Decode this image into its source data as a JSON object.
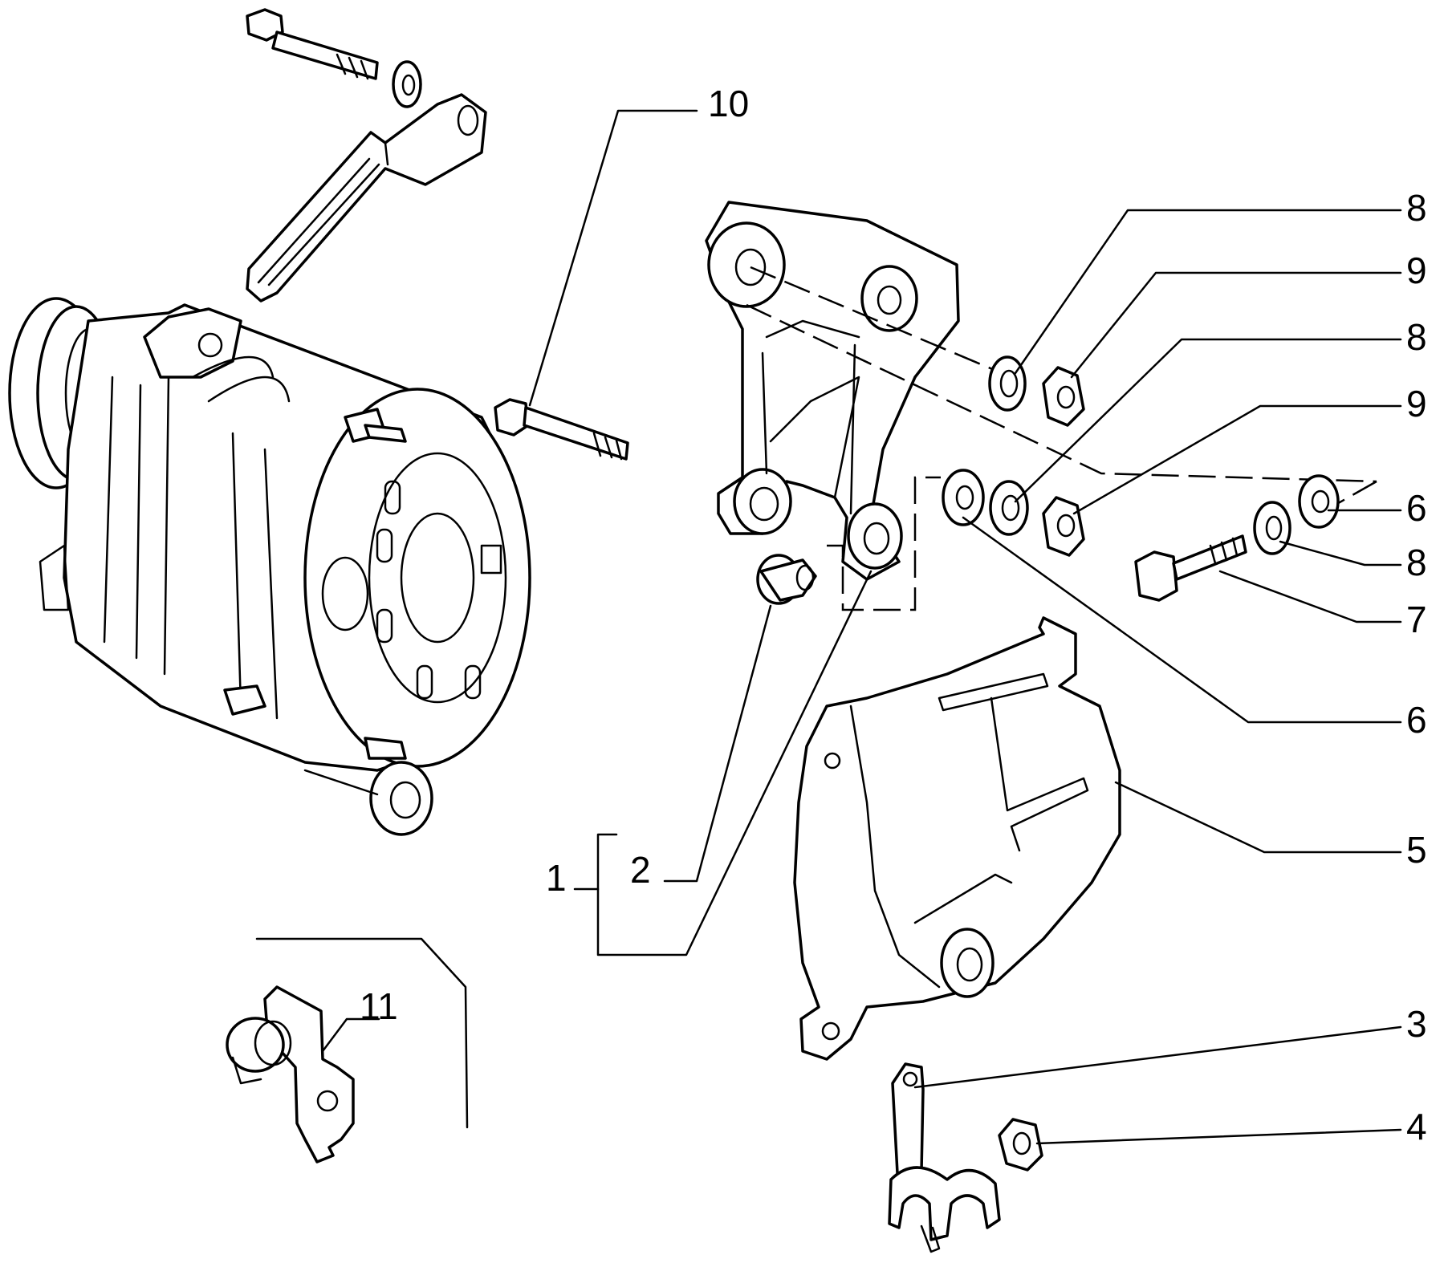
{
  "callouts": [
    {
      "id": "10",
      "label": "10"
    },
    {
      "id": "8a",
      "label": "8"
    },
    {
      "id": "9a",
      "label": "9"
    },
    {
      "id": "8b",
      "label": "8"
    },
    {
      "id": "9b",
      "label": "9"
    },
    {
      "id": "6a",
      "label": "6"
    },
    {
      "id": "8c",
      "label": "8"
    },
    {
      "id": "7",
      "label": "7"
    },
    {
      "id": "6b",
      "label": "6"
    },
    {
      "id": "5",
      "label": "5"
    },
    {
      "id": "1",
      "label": "1"
    },
    {
      "id": "2",
      "label": "2"
    },
    {
      "id": "11",
      "label": "11"
    },
    {
      "id": "3",
      "label": "3"
    },
    {
      "id": "4",
      "label": "4"
    }
  ]
}
